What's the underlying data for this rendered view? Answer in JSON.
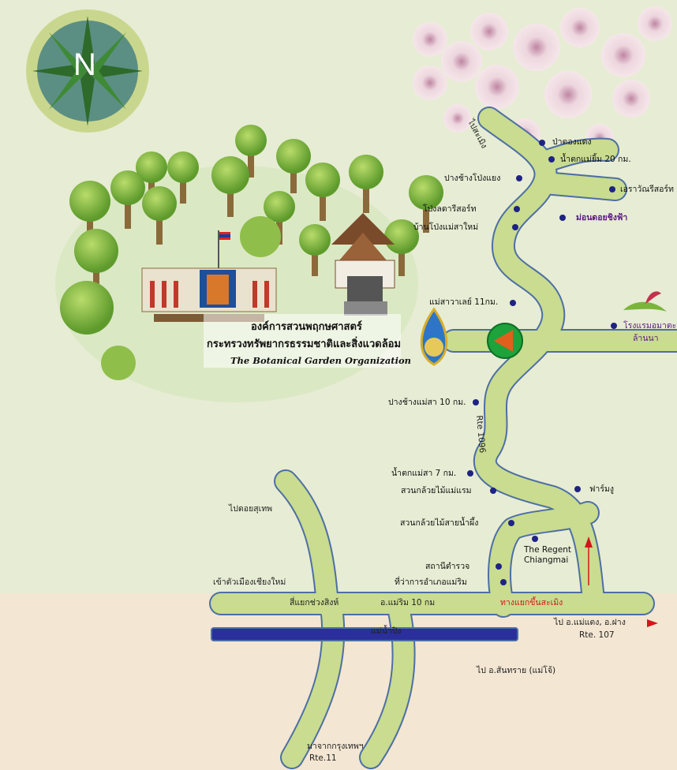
{
  "compass": {
    "north_label": "N"
  },
  "organization": {
    "name_th": "องค์การสวนพฤกษศาสตร์",
    "ministry_th": "กระทรวงทรัพยากรธรรมชาติและสิ่งแวดล้อม",
    "name_en": "The Botanical Garden Organization"
  },
  "road_labels": {
    "to_samoeng": "ไปสะเมิง",
    "rte_1096": "Rte 1096",
    "to_doi_suthep": "ไปดอยสุเทพ",
    "to_city": "เข้าตัวเมืองเชียงใหม่",
    "chang_phueak_jct": "สี่แยกช่วงสิงห์",
    "mae_rim_10km": "อ.แม่ริม 10 กม",
    "samoeng_jct": "ทางแยกขึ้นสะเมิง",
    "to_mae_taeng": "ไป อ.แม่แตง, อ.ฝาง",
    "rte_107": "Rte. 107",
    "ping_river": "แม่น้ำปิง",
    "to_san_sai": "ไป อ.สันทราย (แม่โจ้)",
    "from_bangkok": "มาจากกรุงเทพฯ",
    "rte_11": "Rte.11"
  },
  "places": [
    {
      "label": "ป่าตองแดง"
    },
    {
      "label": "น้ำตกแม่ยิ้ม 20 กม."
    },
    {
      "label": "ปางช้างโป่งแยง"
    },
    {
      "label": "เอราวัณรีสอร์ท"
    },
    {
      "label": "โป่งลดารีสอร์ท"
    },
    {
      "label": "ม่อนดอยชิงฟ้า"
    },
    {
      "label": "บ้านโป่งแม่สาใหม่"
    },
    {
      "label": "แม่สาวาเลย์ 11กม."
    },
    {
      "label": "โรงแรมอมาตะ"
    },
    {
      "label": "ล้านนา"
    },
    {
      "label": "ปางช้างแม่สา 10 กม."
    },
    {
      "label": "น้ำตกแม่สา 7 กม."
    },
    {
      "label": "ฟาร์มงู"
    },
    {
      "label": "สวนกล้วยไม้แม่แรม"
    },
    {
      "label": "สวนกล้วยไม้สายน้ำผึ้ง"
    },
    {
      "label": "The Regent"
    },
    {
      "label": "Chiangmai"
    },
    {
      "label": "สถานีตำรวจ"
    },
    {
      "label": "ที่ว่าการอำเภอแม่ริม"
    }
  ],
  "colors": {
    "background": "#e7ecd4",
    "sand": "#f3e6d2",
    "road_fill": "#c9dc8f",
    "road_edge": "#4d6fa4",
    "river": "#2a2f9c",
    "marker": "#1f2383",
    "entrance_marker": "#1ea23b",
    "entrance_arrow": "#e15f1c",
    "route_arrow": "#d4161b",
    "compass_disc": "#5c8f83",
    "compass_ring": "#c9d78e",
    "orchid": "#eac8d7"
  }
}
